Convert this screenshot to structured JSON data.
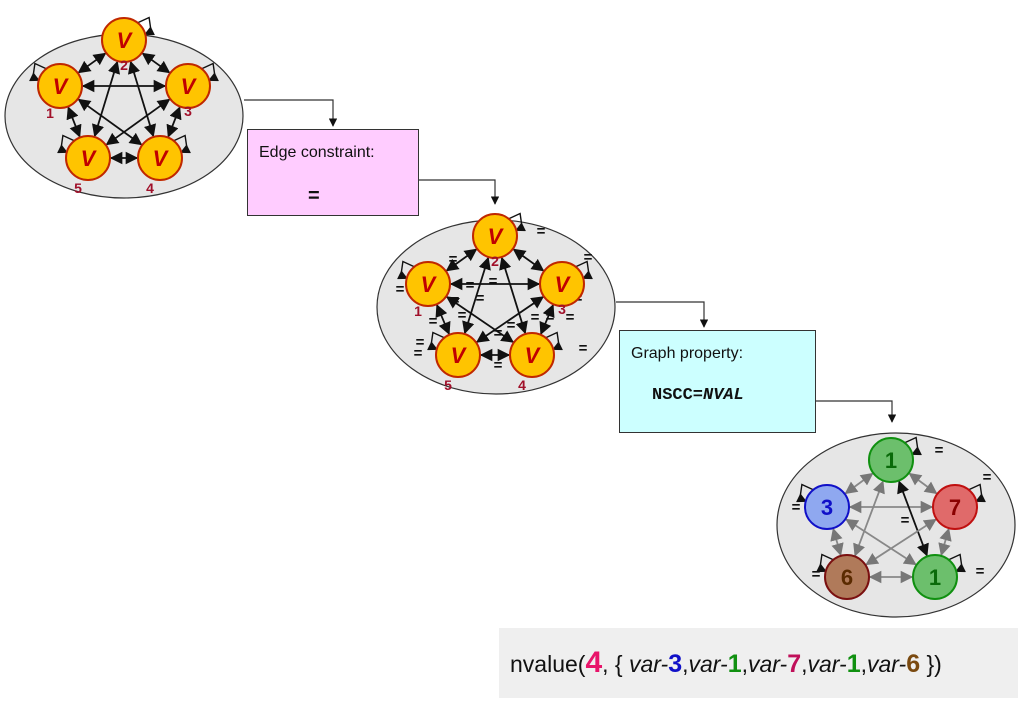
{
  "initial_graph": {
    "vertex_label": "V",
    "vertex_ids": [
      "1",
      "2",
      "3",
      "4",
      "5"
    ]
  },
  "edge_constraint": {
    "title": "Edge constraint:",
    "value": "="
  },
  "constrained_graph": {
    "vertex_label": "V",
    "vertex_ids": [
      "1",
      "2",
      "3",
      "4",
      "5"
    ],
    "edge_label": "="
  },
  "graph_property": {
    "title": "Graph property:",
    "lhs": "NSCC=",
    "rhs": "NVAL"
  },
  "final_graph": {
    "vertex_values": [
      "3",
      "1",
      "7",
      "1",
      "6"
    ],
    "edge_label": "="
  },
  "result": {
    "fn": "nvalue(",
    "count": "4",
    "open": ", { ",
    "var_prefix": "var-",
    "values": [
      "3",
      "1",
      "7",
      "1",
      "6"
    ],
    "close": " })"
  },
  "colors": {
    "vertex_fill": "#ffc400",
    "vertex_stroke": "#c02800",
    "vertex_text": "#c00000",
    "id_text": "#a0102a",
    "count": "#e8146a",
    "blue": "#1010c8",
    "green": "#109010",
    "crimson": "#c0105a",
    "brown": "#7a4a10"
  }
}
